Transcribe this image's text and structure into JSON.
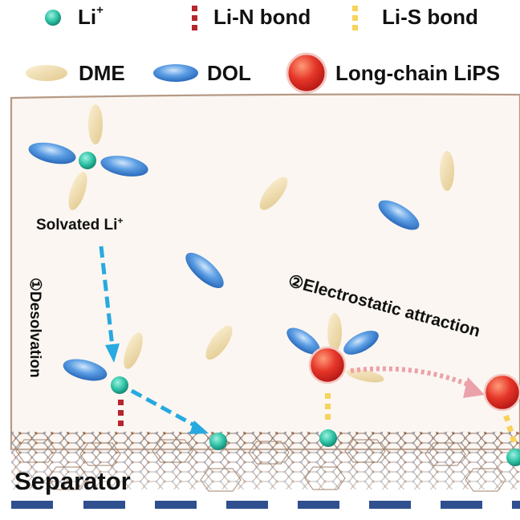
{
  "legend": {
    "li_ion": {
      "label": "Li",
      "sup": "+"
    },
    "li_n_bond": {
      "label": "Li-N bond"
    },
    "li_s_bond": {
      "label": "Li-S bond"
    },
    "dme": {
      "label": "DME"
    },
    "dol": {
      "label": "DOL"
    },
    "lips": {
      "label": "Long-chain LiPS"
    }
  },
  "scene": {
    "solvated_label": {
      "text": "Solvated Li",
      "sup": "+"
    },
    "step1_label": "①Desolvation",
    "step2_label": "②Electrostatic attraction",
    "separator_label": "Separator"
  },
  "colors": {
    "li_ion": "#2ec4a6",
    "li_n_bond": "#b5262e",
    "li_s_bond": "#f7d35c",
    "dme": "#f0dca6",
    "dol": "#3f86d6",
    "lips": "#e53628",
    "electrolyte_bg": "#fbf6f1",
    "electrolyte_border": "#b59a86",
    "arrow_desolvation": "#27a9e1",
    "arrow_attraction": "#eba1aa",
    "separator_bar": "#2f4f8f"
  }
}
